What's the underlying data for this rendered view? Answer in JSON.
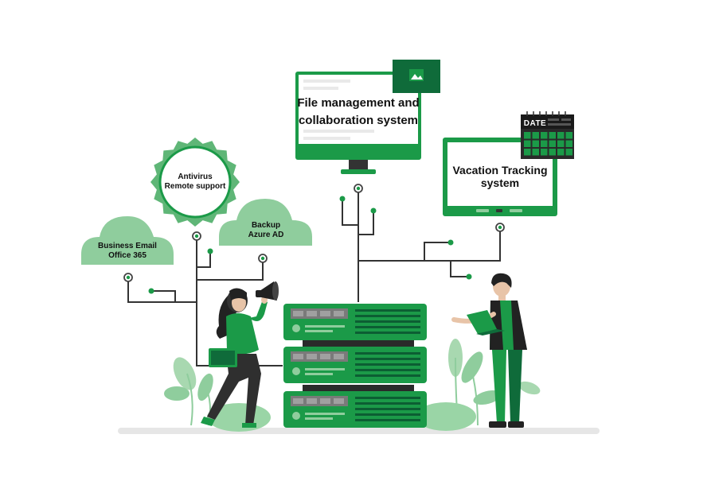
{
  "colors": {
    "primary": "#1b9a48",
    "dark": "#0c5e33",
    "light": "#8fcd9d",
    "wire": "#333333",
    "server_slot": "#7a7a7a"
  },
  "labels": {
    "business_email_line1": "Business Email",
    "business_email_line2": "Office 365",
    "antivirus_line1": "Antivirus",
    "antivirus_line2": "Remote support",
    "backup_line1": "Backup",
    "backup_line2": "Azure AD",
    "file_mgmt_line1": "File management and",
    "file_mgmt_line2": "collaboration system",
    "vacation_line1": "Vacation Tracking",
    "vacation_line2": "system",
    "calendar_header": "DATE"
  },
  "icons": [
    "gear-icon",
    "cloud-icon",
    "monitor-icon",
    "tablet-icon",
    "calendar-icon",
    "server-icon",
    "image-icon",
    "megaphone-icon",
    "laptop-icon"
  ]
}
